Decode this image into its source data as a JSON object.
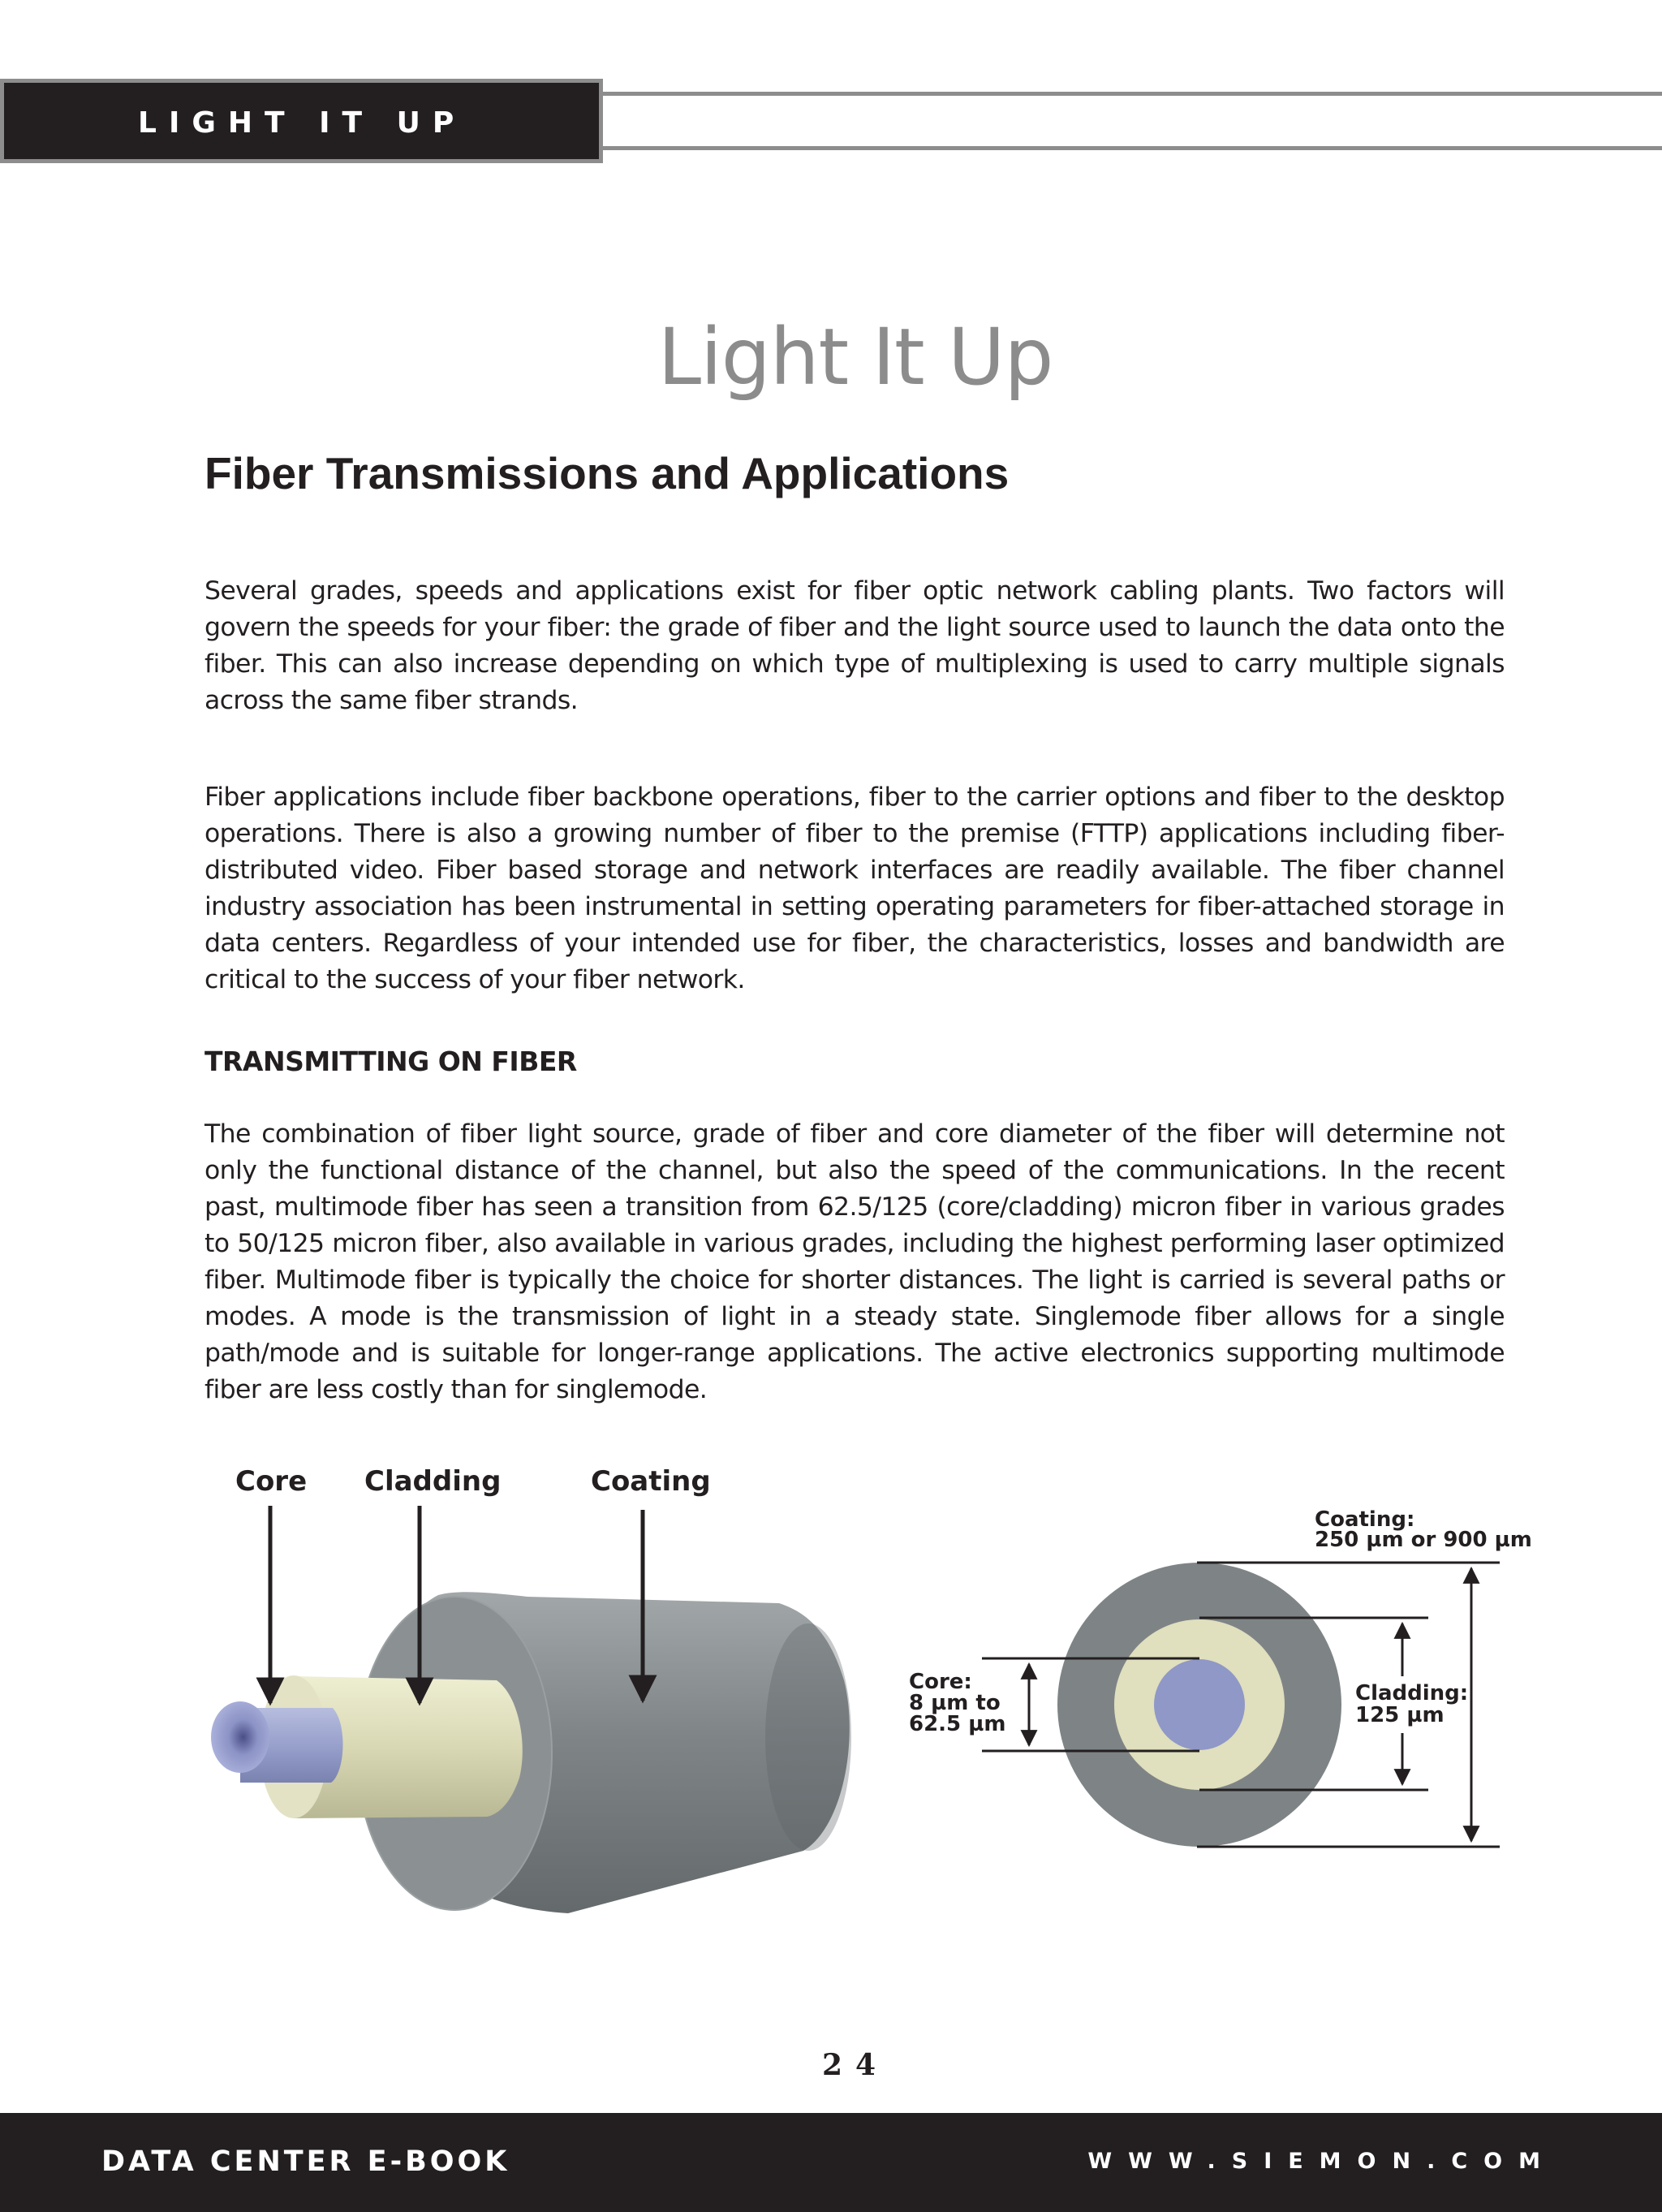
{
  "header": {
    "tab_label": "LIGHT IT UP"
  },
  "main_title": "Light It Up",
  "section_title": "Fiber Transmissions and Applications",
  "paragraphs": {
    "p1": "Several grades, speeds and applications exist for fiber optic network cabling plants.  Two factors will govern the speeds for your fiber: the grade of fiber and the light source used to launch the data onto the fiber.  This can also increase depending on which type of multiplexing is used to carry multiple signals across the same fiber strands.",
    "p2": "Fiber applications include fiber backbone operations, fiber to the carrier options and fiber to the desktop operations.  There is also a growing number of fiber to the premise (FTTP) applications including fiber-distributed video.  Fiber based storage and network interfaces are readily available.  The fiber channel industry association has been instrumental in setting operating parameters for fiber-attached storage in data centers.  Regardless of your intended use for fiber, the characteristics, losses and bandwidth are critical to the success of your fiber network.",
    "p3": "The combination of fiber light source, grade of fiber and core diameter of the fiber will determine not only the functional distance of the channel, but also the speed of the communications.  In the recent past, multimode fiber has seen a transition from 62.5/125 (core/cladding) micron fiber in various grades to 50/125 micron fiber, also available in various grades, including the highest performing laser optimized fiber.  Multimode fiber is typically the choice for shorter distances.  The light is carried is several paths or modes.  A mode is the transmission of light in a steady state.  Singlemode fiber allows for a single path/mode and is suitable for longer-range applications.  The active electronics supporting multimode fiber are less costly than for singlemode."
  },
  "subheading": "TRANSMITTING ON FIBER",
  "diagram": {
    "labels": {
      "core": "Core",
      "cladding": "Cladding",
      "coating": "Coating"
    },
    "dimensions": {
      "coating_line1": "Coating:",
      "coating_line2": "250 µm or 900 µm",
      "cladding_line1": "Cladding:",
      "cladding_line2": "125 µm",
      "core_line1": "Core:",
      "core_line2": "8 µm to",
      "core_line3": "62.5 µm"
    },
    "colors": {
      "coating": "#7e8486",
      "cladding": "#e0dfbe",
      "core": "#8f98c6"
    }
  },
  "page_number": "24",
  "footer": {
    "left": "DATA CENTER E-BOOK",
    "right": "WWW.SIEMON.COM"
  }
}
